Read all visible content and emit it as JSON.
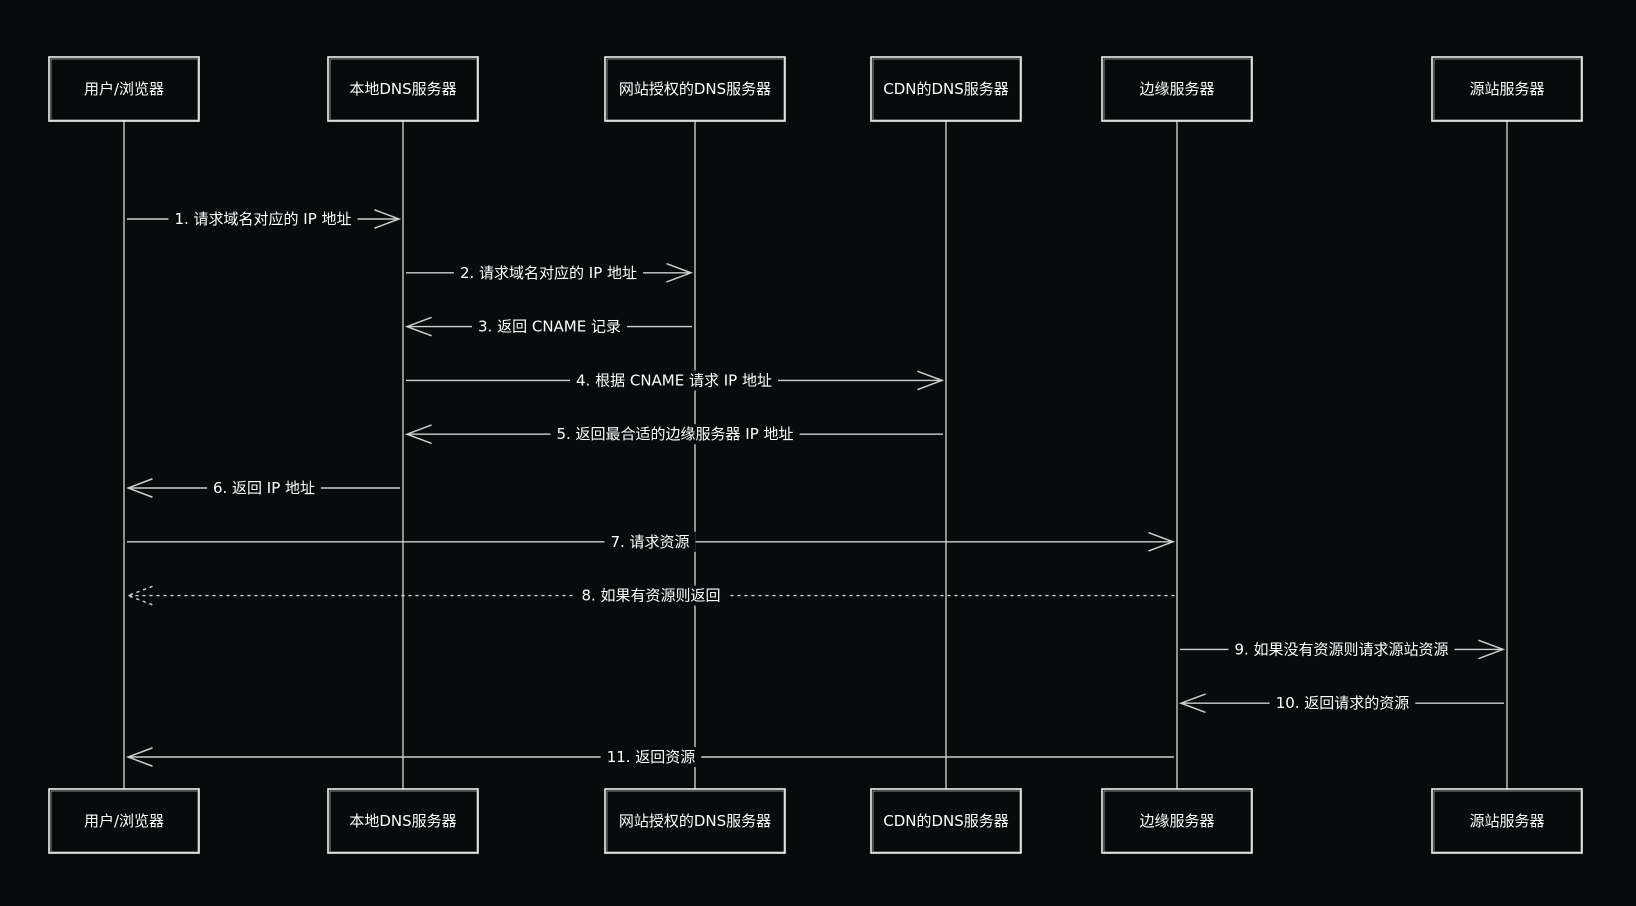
{
  "colors": {
    "background": "#080b0c",
    "stroke": "#f2f2f2",
    "text": "#ffffff"
  },
  "participants": [
    "用户/浏览器",
    "本地DNS服务器",
    "网站授权的DNS服务器",
    "CDN的DNS服务器",
    "边缘服务器",
    "源站服务器"
  ],
  "messages": [
    {
      "from": 0,
      "to": 1,
      "label": "1. 请求域名对应的 IP 地址",
      "style": "solid"
    },
    {
      "from": 1,
      "to": 2,
      "label": "2. 请求域名对应的 IP 地址",
      "style": "solid"
    },
    {
      "from": 2,
      "to": 1,
      "label": "3. 返回 CNAME 记录",
      "style": "solid"
    },
    {
      "from": 1,
      "to": 3,
      "label": "4. 根据 CNAME 请求 IP 地址",
      "style": "solid"
    },
    {
      "from": 3,
      "to": 1,
      "label": "5. 返回最合适的边缘服务器 IP 地址",
      "style": "solid"
    },
    {
      "from": 1,
      "to": 0,
      "label": "6. 返回 IP 地址",
      "style": "solid"
    },
    {
      "from": 0,
      "to": 4,
      "label": "7. 请求资源",
      "style": "solid"
    },
    {
      "from": 4,
      "to": 0,
      "label": "8. 如果有资源则返回",
      "style": "dotted"
    },
    {
      "from": 4,
      "to": 5,
      "label": "9. 如果没有资源则请求源站资源",
      "style": "solid"
    },
    {
      "from": 5,
      "to": 4,
      "label": "10. 返回请求的资源",
      "style": "solid"
    },
    {
      "from": 4,
      "to": 0,
      "label": "11. 返回资源",
      "style": "solid"
    }
  ]
}
